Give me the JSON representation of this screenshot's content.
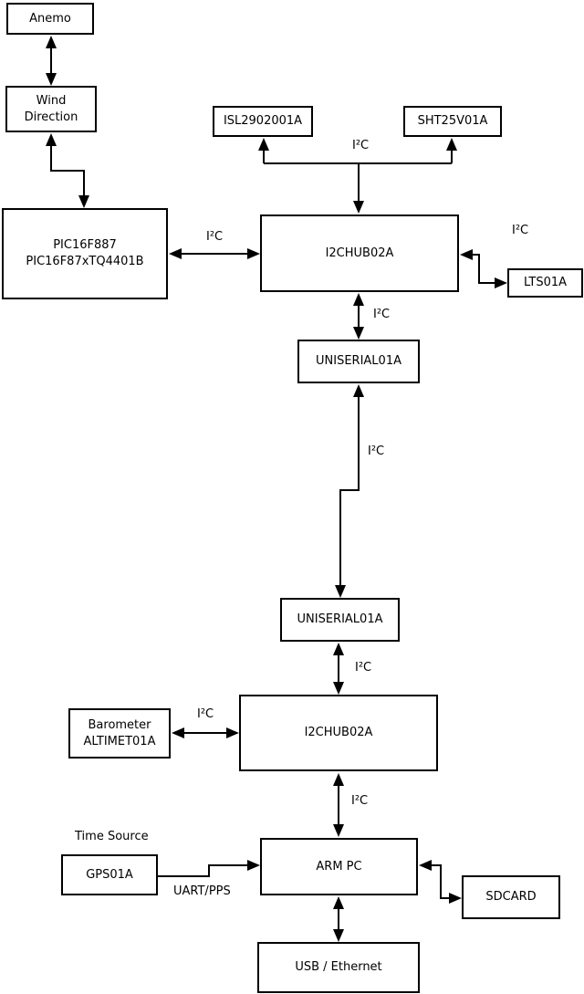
{
  "diagram": {
    "background": "#ffffff",
    "line_color": "#000000",
    "box_fill": "#ffffff",
    "box_border": "#000000",
    "nodes": {
      "anemo": "Anemo",
      "wind_direction": "Wind\nDirection",
      "pic": "PIC16F887\nPIC16F87xTQ4401B",
      "isl": "ISL2902001A",
      "sht": "SHT25V01A",
      "hub1": "I2CHUB02A",
      "lts": "LTS01A",
      "uniserial1": "UNISERIAL01A",
      "uniserial2": "UNISERIAL01A",
      "barometer": "Barometer\nALTIMET01A",
      "hub2": "I2CHUB02A",
      "gps": "GPS01A",
      "arm_pc": "ARM PC",
      "sdcard": "SDCARD",
      "usb_ethernet": "USB / Ethernet"
    },
    "labels": {
      "i2c_sensors": "I²C",
      "i2c_pic_hub1": "I²C",
      "i2c_hub1_lts": "I²C",
      "i2c_hub1_uni1": "I²C",
      "i2c_uni1_uni2": "I²C",
      "i2c_uni2_hub2": "I²C",
      "i2c_baro_hub2": "I²C",
      "i2c_hub2_arm": "I²C",
      "time_source": "Time Source",
      "uart_pps": "UART/PPS"
    }
  }
}
